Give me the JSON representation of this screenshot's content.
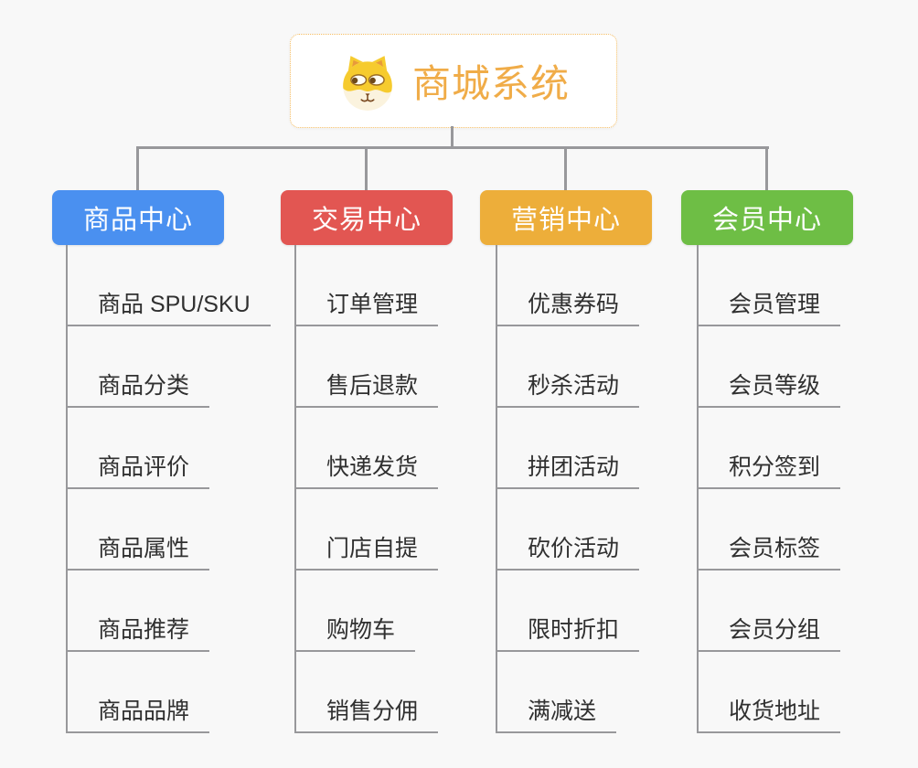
{
  "colors": {
    "background": "#F8F8F8",
    "connector_line": "#98989B",
    "root_text": "#F0AC48",
    "root_border": "#F5BD62",
    "leaf_text": "#303030"
  },
  "root": {
    "title": "商城系统",
    "icon": "dog-face-icon"
  },
  "branches": [
    {
      "label": "商品中心",
      "color": "#4A90F0",
      "children": [
        "商品 SPU/SKU",
        "商品分类",
        "商品评价",
        "商品属性",
        "商品推荐",
        "商品品牌"
      ]
    },
    {
      "label": "交易中心",
      "color": "#E25652",
      "children": [
        "订单管理",
        "售后退款",
        "快递发货",
        "门店自提",
        "购物车",
        "销售分佣"
      ]
    },
    {
      "label": "营销中心",
      "color": "#EDAE3A",
      "children": [
        "优惠券码",
        "秒杀活动",
        "拼团活动",
        "砍价活动",
        "限时折扣",
        "满减送"
      ]
    },
    {
      "label": "会员中心",
      "color": "#6EBE45",
      "children": [
        "会员管理",
        "会员等级",
        "积分签到",
        "会员标签",
        "会员分组",
        "收货地址"
      ]
    }
  ]
}
